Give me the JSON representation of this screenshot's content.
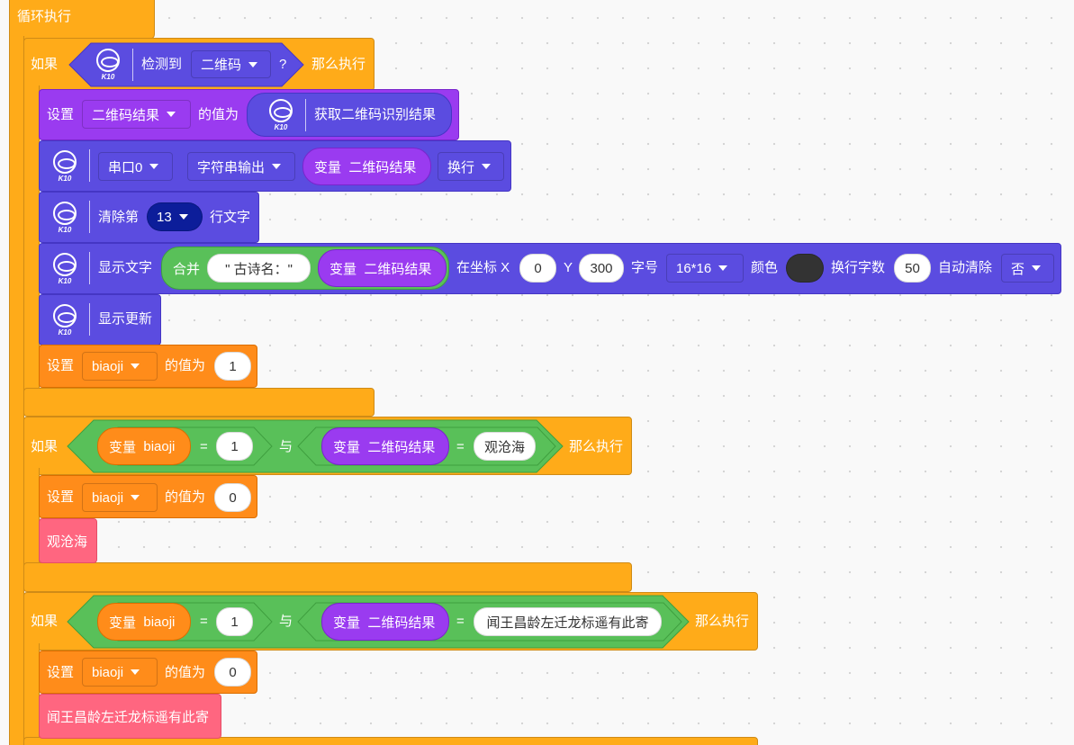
{
  "loop": {
    "label": "循环执行"
  },
  "if1": {
    "if_label": "如果",
    "k10_badge": "K10",
    "detect_label": "检测到",
    "detect_option": "二维码",
    "question": "?",
    "then_label": "那么执行"
  },
  "set_qr": {
    "set_label": "设置",
    "var_option": "二维码结果",
    "value_label": "的值为",
    "reporter_label": "获取二维码识别结果"
  },
  "serial": {
    "port_option": "串口0",
    "mode_option": "字符串输出",
    "var_prefix": "变量",
    "var_name": "二维码结果",
    "newline_option": "换行"
  },
  "clear_line": {
    "label_before": "清除第",
    "line_option": "13",
    "label_after": "行文字"
  },
  "show_text": {
    "label": "显示文字",
    "join_label": "合并",
    "join_text": "\" 古诗名：\"",
    "var_prefix": "变量",
    "var_name": "二维码结果",
    "coord_label": "在坐标 X",
    "x_value": "0",
    "y_label": "Y",
    "y_value": "300",
    "font_label": "字号",
    "font_option": "16*16",
    "color_label": "颜色",
    "color_value": "#333333",
    "wrap_label": "换行字数",
    "wrap_value": "50",
    "autoclear_label": "自动清除",
    "autoclear_option": "否"
  },
  "show_update": {
    "label": "显示更新"
  },
  "set_biaoji_1": {
    "set_label": "设置",
    "var_option": "biaoji",
    "value_label": "的值为",
    "value": "1"
  },
  "if2": {
    "if_label": "如果",
    "var_prefix": "变量",
    "var_name": "biaoji",
    "eq": "=",
    "value": "1",
    "and_label": "与",
    "var2_prefix": "变量",
    "var2_name": "二维码结果",
    "eq2": "=",
    "compare_text": "观沧海",
    "then_label": "那么执行"
  },
  "set_biaoji_2": {
    "set_label": "设置",
    "var_option": "biaoji",
    "value_label": "的值为",
    "value": "0"
  },
  "poem1": {
    "label": "观沧海"
  },
  "if3": {
    "if_label": "如果",
    "var_prefix": "变量",
    "var_name": "biaoji",
    "eq": "=",
    "value": "1",
    "and_label": "与",
    "var2_prefix": "变量",
    "var2_name": "二维码结果",
    "eq2": "=",
    "compare_text": "闻王昌龄左迁龙标遥有此寄",
    "then_label": "那么执行"
  },
  "set_biaoji_3": {
    "set_label": "设置",
    "var_option": "biaoji",
    "value_label": "的值为",
    "value": "0"
  },
  "poem2": {
    "label": "闻王昌龄左迁龙标遥有此寄"
  },
  "colors": {
    "control": "#ffab19",
    "variable": "#ff8c1a",
    "k10": "#5b4ce0",
    "qr": "#9a3bf0",
    "operator": "#59c059",
    "custom": "#ff6680",
    "workspace": "#f9f9f9"
  }
}
